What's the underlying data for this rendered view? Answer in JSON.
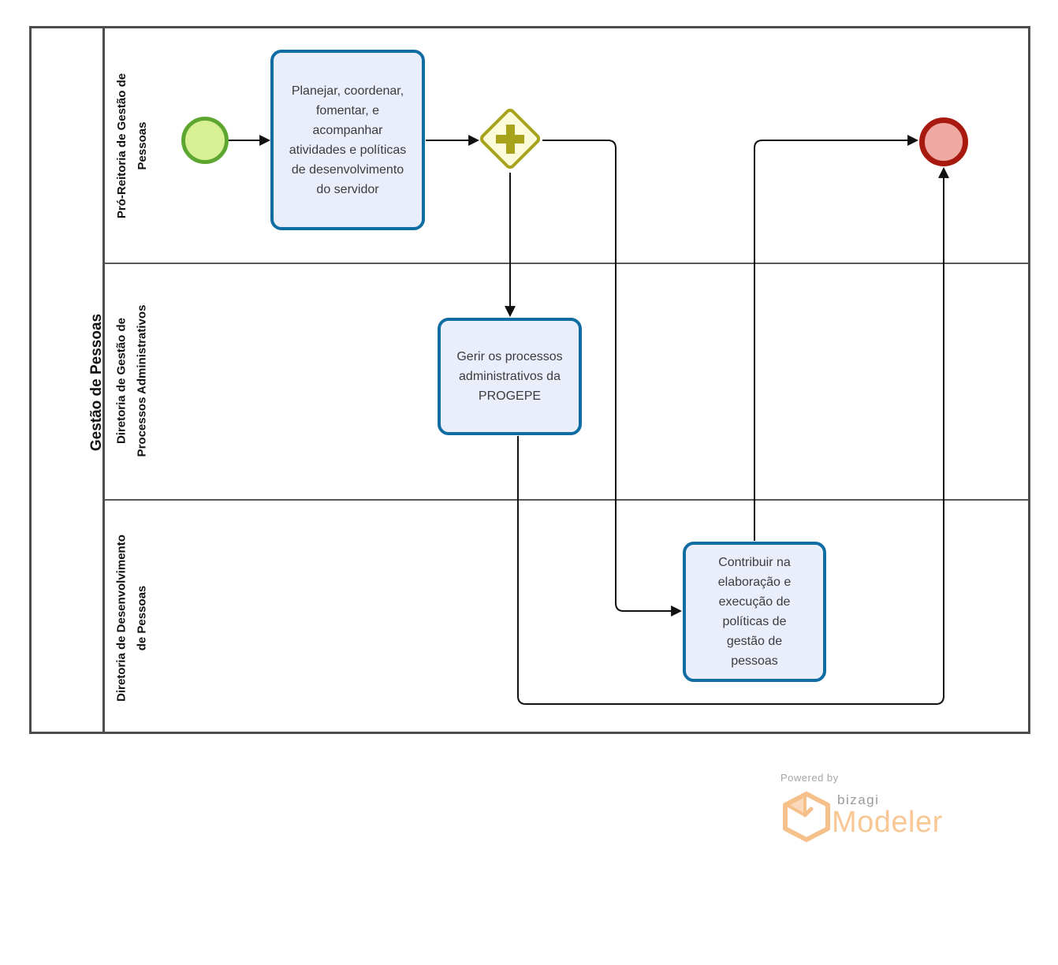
{
  "diagram": {
    "pool_name": "Gestão de Pessoas",
    "lanes": [
      {
        "name": "Pró-Reitoria de Gestão de Pessoas"
      },
      {
        "name": "Diretoria de Gestão de Processos Administrativos"
      },
      {
        "name": "Diretoria de Desenvolvimento de Pessoas"
      }
    ],
    "nodes": {
      "start_event": {
        "type": "start-event",
        "lane": 0
      },
      "task_planejar": {
        "type": "task",
        "lane": 0,
        "label": "Planejar, coordenar, fomentar, e acompanhar atividades e políticas de desenvolvimento do servidor"
      },
      "gateway": {
        "type": "parallel-gateway",
        "lane": 0,
        "icon": "plus-icon"
      },
      "task_gerir": {
        "type": "task",
        "lane": 1,
        "label": "Gerir os processos administrativos da PROGEPE"
      },
      "task_contribuir": {
        "type": "task",
        "lane": 2,
        "label": "Contribuir na elaboração e execução de políticas de gestão de pessoas"
      },
      "end_event": {
        "type": "end-event",
        "lane": 0
      }
    },
    "flows": [
      {
        "from": "start_event",
        "to": "task_planejar"
      },
      {
        "from": "task_planejar",
        "to": "gateway"
      },
      {
        "from": "gateway",
        "to": "task_gerir"
      },
      {
        "from": "gateway",
        "to": "task_contribuir"
      },
      {
        "from": "task_gerir",
        "to": "end_event"
      },
      {
        "from": "task_contribuir",
        "to": "end_event"
      }
    ],
    "colors": {
      "task_fill": "#EAEEFB",
      "task_border": "#0F6DA4",
      "start_fill": "#D8F094",
      "start_border": "#5DA730",
      "end_fill": "#EFA9A2",
      "end_border": "#A81A10",
      "gateway_fill": "#FCFCDA",
      "gateway_border": "#A7A41C",
      "pool_border": "#4D4D4D",
      "lane_divider": "#595959",
      "flow_line": "#111111"
    }
  },
  "footer": {
    "powered_by": "Powered by",
    "brand": "bizagi",
    "product": "Modeler",
    "brand_color": "#F9C794"
  }
}
